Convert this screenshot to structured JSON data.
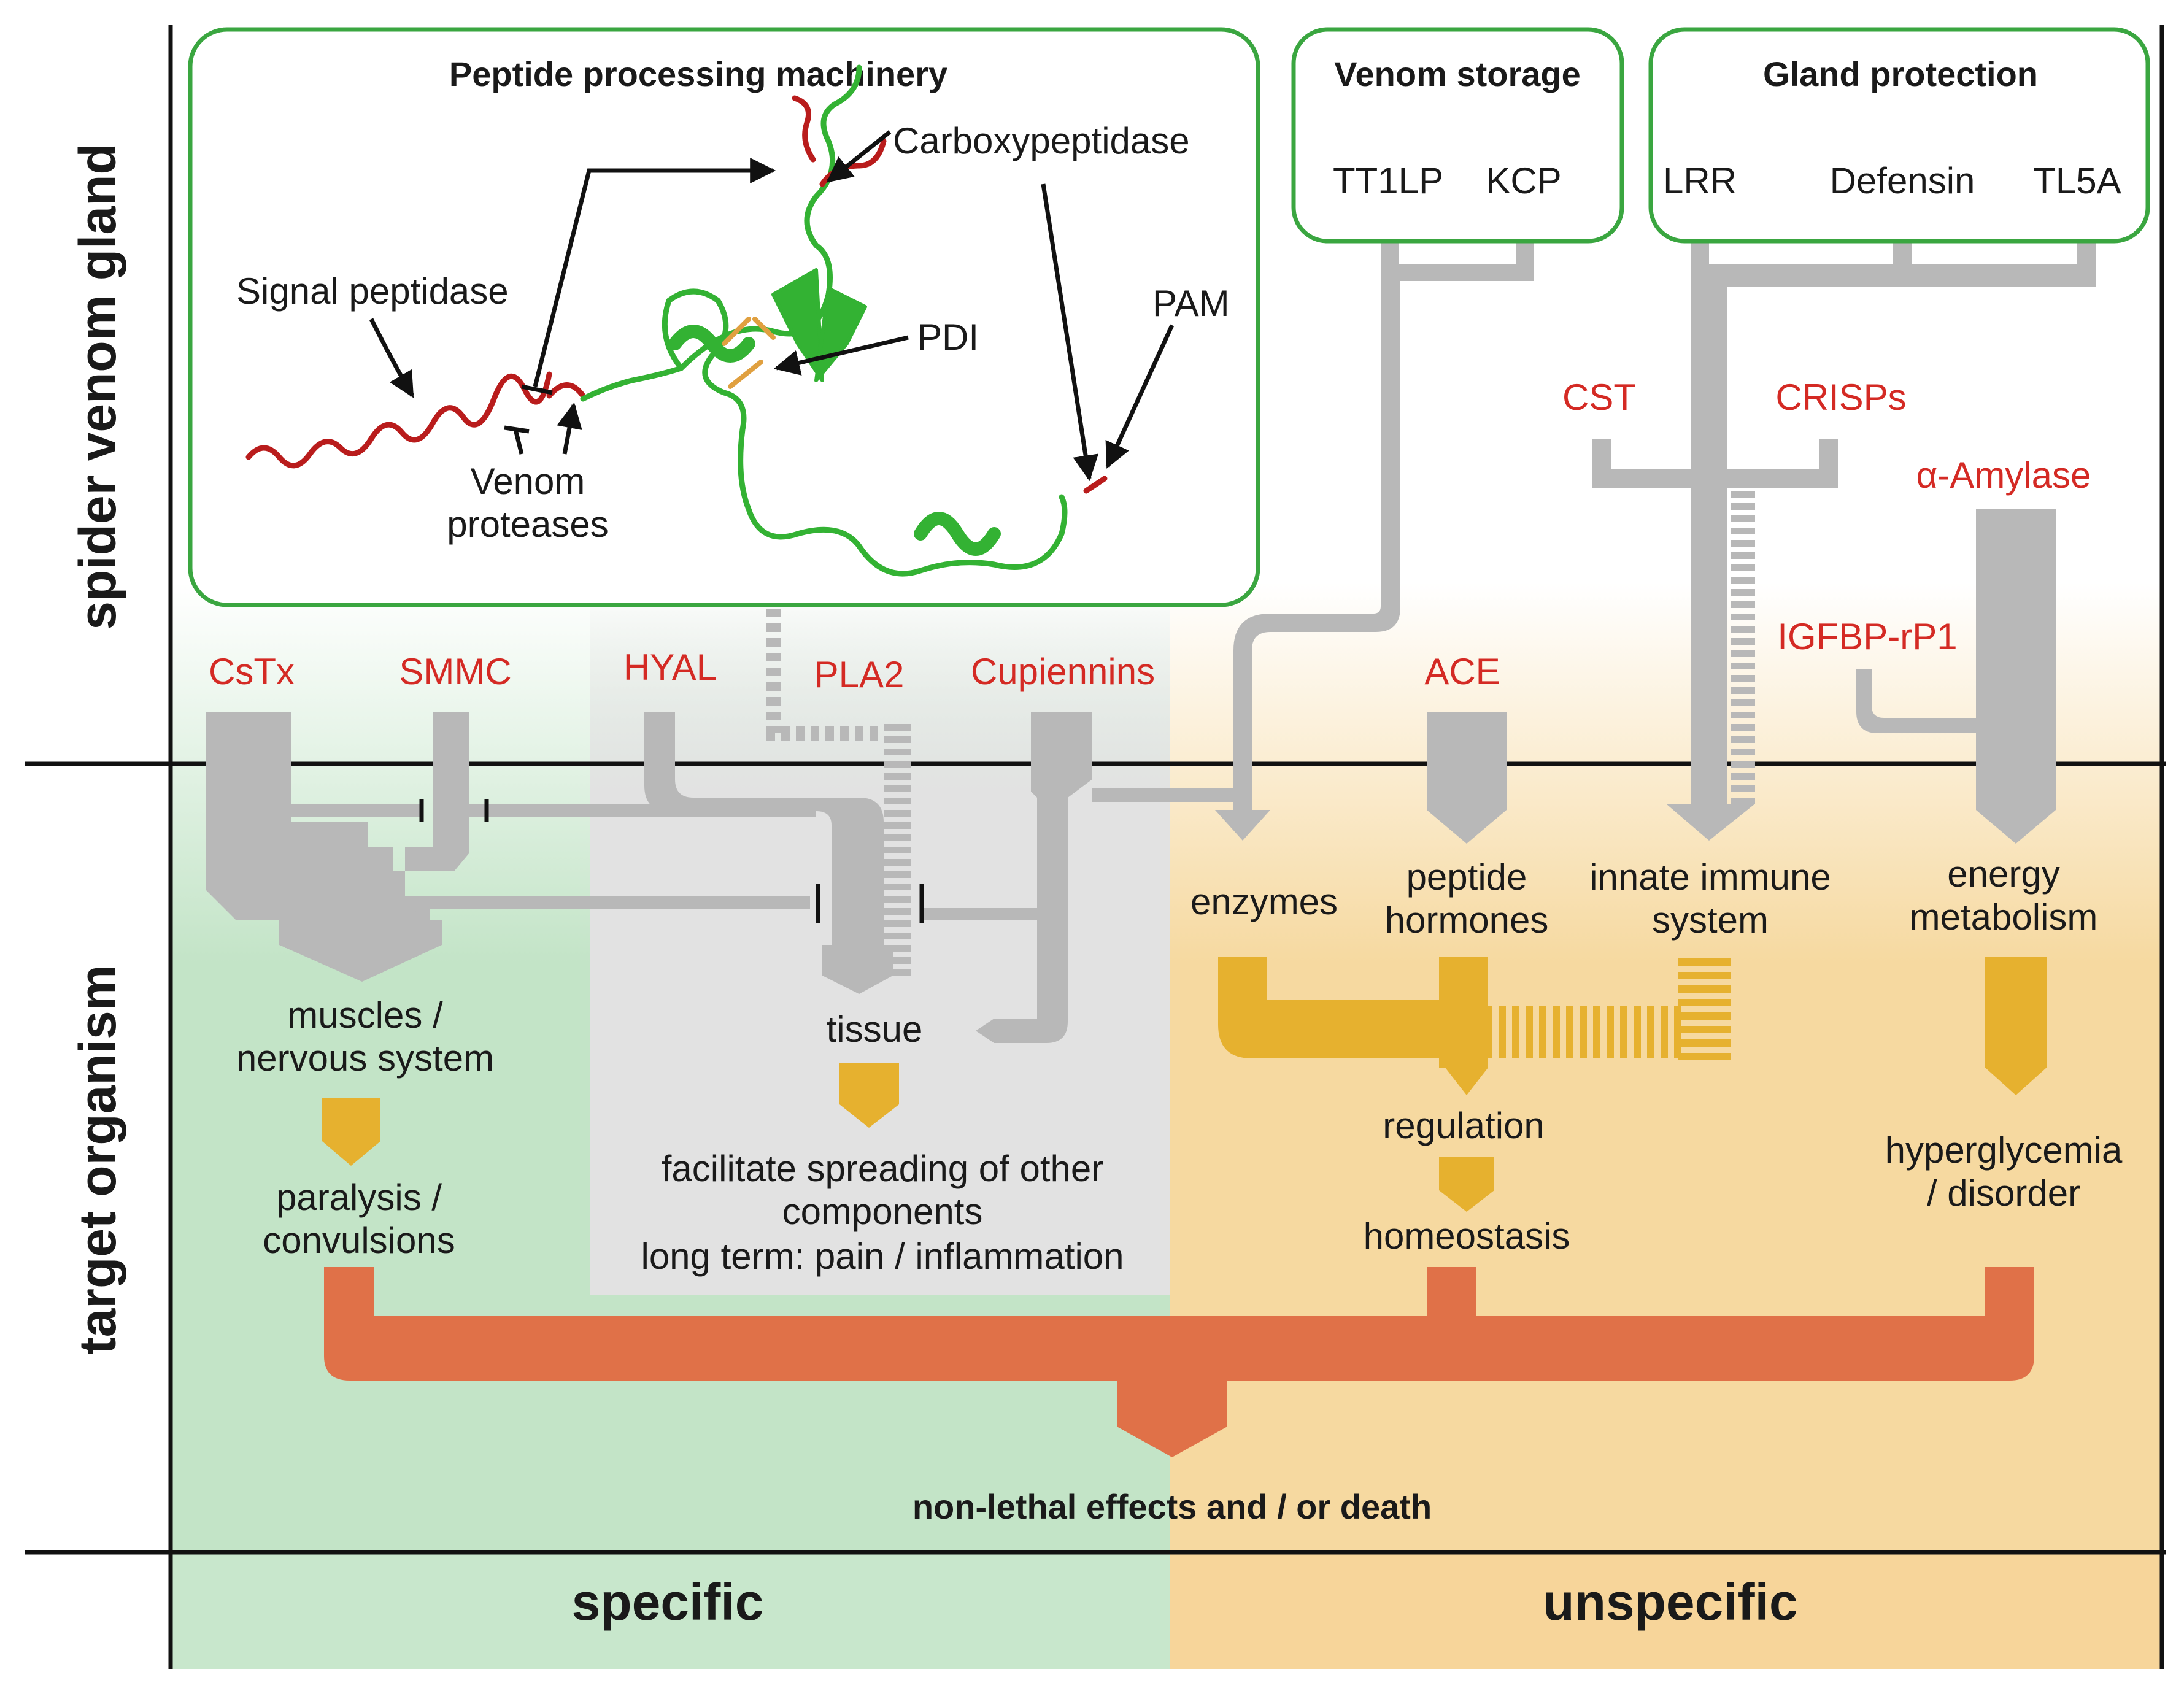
{
  "axis": {
    "upper": "spider venom gland",
    "lower": "target organism"
  },
  "zones": {
    "specific": "specific",
    "unspecific": "unspecific"
  },
  "boxes": {
    "peptide_processing": {
      "title": "Peptide processing machinery",
      "labels": {
        "carboxypeptidase": "Carboxypeptidase",
        "signal_peptidase": "Signal peptidase",
        "pdi": "PDI",
        "pam": "PAM",
        "venom_proteases_line1": "Venom",
        "venom_proteases_line2": "proteases"
      }
    },
    "venom_storage": {
      "title": "Venom storage",
      "items": [
        "TT1LP",
        "KCP"
      ]
    },
    "gland_protection": {
      "title": "Gland protection",
      "items": [
        "LRR",
        "Defensin",
        "TL5A"
      ]
    }
  },
  "venom_components": {
    "cstx": "CsTx",
    "smmc": "SMMC",
    "hyal": "HYAL",
    "pla2": "PLA2",
    "cupiennins": "Cupiennins",
    "ace": "ACE",
    "cst": "CST",
    "crisps": "CRISPs",
    "amylase": "α-Amylase",
    "igfbp": "IGFBP-rP1"
  },
  "targets": {
    "muscles_line1": "muscles /",
    "muscles_line2": "nervous system",
    "tissue": "tissue",
    "enzymes": "enzymes",
    "peptide_hormones_line1": "peptide",
    "peptide_hormones_line2": "hormones",
    "innate_immune_line1": "innate immune",
    "innate_immune_line2": "system",
    "energy_line1": "energy",
    "energy_line2": "metabolism"
  },
  "effects": {
    "paralysis_line1": "paralysis /",
    "paralysis_line2": "convulsions",
    "facilitate_line1": "facilitate spreading of other",
    "facilitate_line2": "components",
    "facilitate_line3": "long term: pain / inflammation",
    "regulation": "regulation",
    "homeostasis": "homeostasis",
    "hyperglycemia_line1": "hyperglycemia",
    "hyperglycemia_line2": "/ disorder",
    "final": "non-lethal effects and / or death"
  },
  "colors": {
    "box_border": "#3aa640",
    "green_zone": "#c3e4c7",
    "orange_zone": "#f6d9a0",
    "gray_zone": "#e2e2e2",
    "flow_gray": "#b8b8b8",
    "flow_gold": "#e6b12f",
    "flow_orange": "#e07148",
    "component_red": "#d42a24",
    "peptide_green": "#33b233",
    "peptide_red": "#b91c1c"
  }
}
